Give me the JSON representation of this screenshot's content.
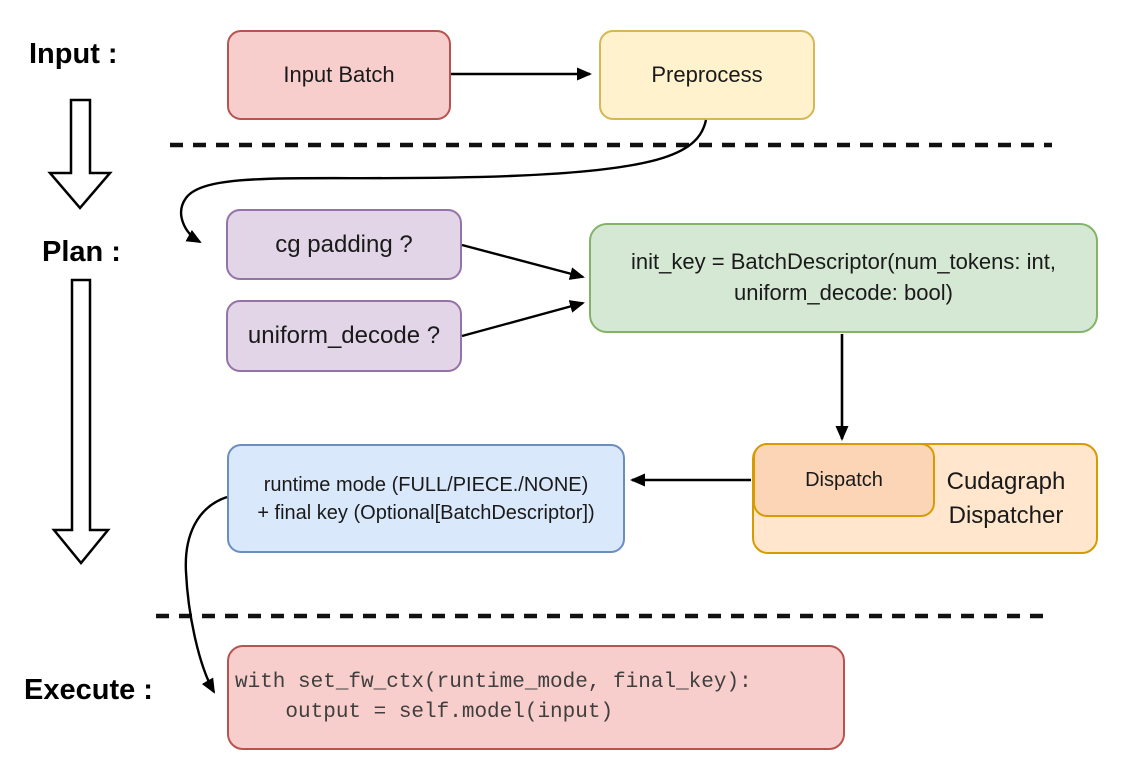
{
  "diagram_type": "flowchart",
  "stages": {
    "input_label": "Input :",
    "plan_label": "Plan :",
    "execute_label": "Execute :"
  },
  "nodes": {
    "input_batch": {
      "text": "Input Batch"
    },
    "preprocess": {
      "text": "Preprocess"
    },
    "cg_padding": {
      "text": "cg padding ?"
    },
    "uniform_decode": {
      "text": "uniform_decode ?"
    },
    "init_key": {
      "line1": "init_key = BatchDescriptor(num_tokens: int,",
      "line2": "uniform_decode: bool)"
    },
    "dispatch": {
      "text": "Dispatch"
    },
    "cudagraph_dispatcher": {
      "line1": "Cudagraph",
      "line2": "Dispatcher"
    },
    "runtime_mode": {
      "line1": "runtime mode (FULL/PIECE./NONE)",
      "line2": "+ final key (Optional[BatchDescriptor])"
    },
    "execute_code": {
      "line1": "with set_fw_ctx(runtime_mode, final_key):",
      "line2": "    output = self.model(input)"
    }
  },
  "palette": {
    "red_fill": "#f8cecc",
    "red_border": "#b85450",
    "yellow_fill": "#fff2cc",
    "yellow_border": "#d6b656",
    "purple_fill": "#e1d5e7",
    "purple_border": "#9673a6",
    "green_fill": "#d5e8d4",
    "green_border": "#82b366",
    "orange_light_fill": "#ffe6cc",
    "orange_deep_fill": "#fbd5b5",
    "orange_border": "#d79b00",
    "blue_fill": "#dae8fc",
    "blue_border": "#6c8ebf",
    "connector_color": "#000000"
  }
}
